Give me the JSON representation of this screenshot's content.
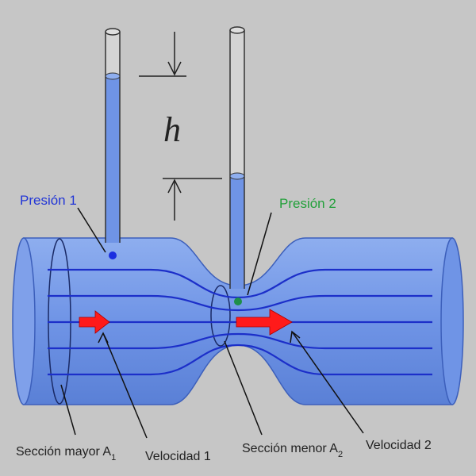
{
  "labels": {
    "h": "h",
    "presion1": "Presión 1",
    "presion2": "Presión 2",
    "seccion_mayor": "Sección mayor A",
    "seccion_mayor_sub": "1",
    "velocidad1": "Velocidad 1",
    "seccion_menor": "Sección menor A",
    "seccion_menor_sub": "2",
    "velocidad2": "Velocidad 2"
  },
  "colors": {
    "background": "#c6c6c6",
    "fluid": "#6f94e6",
    "fluid_shadow": "#5677cc",
    "streamline": "#1c2fc9",
    "arrow": "#ff1a1a",
    "presion1": "#2236d6",
    "presion2": "#22a03a"
  }
}
